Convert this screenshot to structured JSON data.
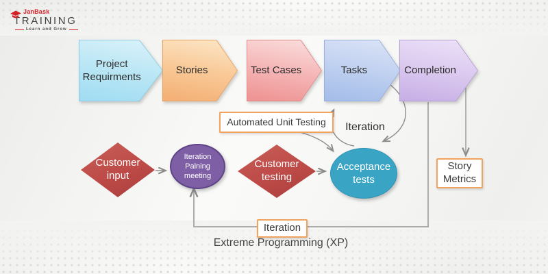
{
  "logo": {
    "brand_jan": "Jan",
    "brand_bask": "Bask",
    "brand_main": "TRAINING",
    "tagline": "Learn and Grow",
    "brand_color": "#d42027"
  },
  "diagram_title": "Extreme Programming (XP)",
  "process_arrows": [
    {
      "label": "Project Requirments",
      "fill_top": "#dcf2fa",
      "fill_bottom": "#a0dcf2",
      "border": "#8fcde2"
    },
    {
      "label": "Stories",
      "fill_top": "#fce7c8",
      "fill_bottom": "#f3ae73",
      "border": "#eca25f"
    },
    {
      "label": "Test Cases",
      "fill_top": "#fadede",
      "fill_bottom": "#ee9191",
      "border": "#e18b8b"
    },
    {
      "label": "Tasks",
      "fill_top": "#dce4f7",
      "fill_bottom": "#a3bce9",
      "border": "#98aedd"
    },
    {
      "label": "Completion",
      "fill_top": "#ece2f8",
      "fill_bottom": "#c6aee5",
      "border": "#b69fd4"
    }
  ],
  "nodes": {
    "customer_input": {
      "label": "Customer input",
      "shape": "diamond",
      "fill": "#bd4a47",
      "text_color": "#ffffff"
    },
    "iteration_planning": {
      "label": "Iteration Palning meeting",
      "shape": "ellipse",
      "fill": "#7e5fa5",
      "text_color": "#ffffff"
    },
    "customer_testing": {
      "label": "Customer testing",
      "shape": "diamond",
      "fill": "#bd4a47",
      "text_color": "#ffffff"
    },
    "acceptance_tests": {
      "label": "Acceptance tests",
      "shape": "ellipse",
      "fill": "#3aa4c4",
      "text_color": "#ffffff"
    }
  },
  "callouts": {
    "automated_unit_testing": "Automated Unit Testing",
    "iteration_top": "Iteration",
    "story_metrics": "Story Metrics",
    "iteration_bottom": "Iteration",
    "box_border_color": "#f0a35f"
  },
  "connector_color": "#8c8c8c"
}
